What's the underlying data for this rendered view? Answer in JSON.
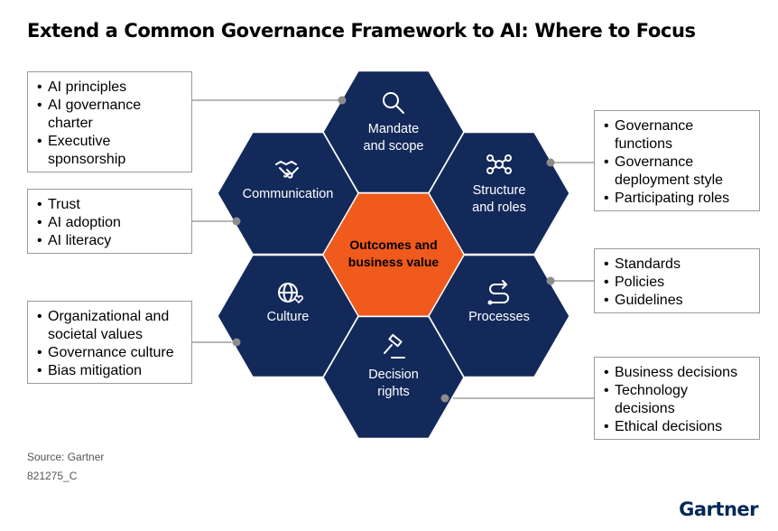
{
  "title": "Extend a Common Governance Framework to AI: Where to Focus",
  "colors": {
    "hex": "#13295a",
    "center": "#f05a1c",
    "connector": "#8c8c8c",
    "logo": "#002856"
  },
  "center": {
    "lines": [
      "Outcomes and",
      "business value"
    ]
  },
  "hexes": [
    {
      "id": "mandate",
      "icon": "magnifier-icon",
      "lines": [
        "Mandate",
        "and scope"
      ]
    },
    {
      "id": "structure",
      "icon": "org-network-icon",
      "lines": [
        "Structure",
        "and roles"
      ]
    },
    {
      "id": "processes",
      "icon": "process-flow-icon",
      "lines": [
        "Processes"
      ]
    },
    {
      "id": "decision",
      "icon": "gavel-icon",
      "lines": [
        "Decision",
        "rights"
      ]
    },
    {
      "id": "culture",
      "icon": "globe-heart-icon",
      "lines": [
        "Culture"
      ]
    },
    {
      "id": "communication",
      "icon": "handshake-icon",
      "lines": [
        "Communication"
      ]
    }
  ],
  "boxes": {
    "mandate": [
      "AI principles",
      "AI governance",
      "charter",
      "Executive",
      "sponsorship"
    ],
    "communication": [
      "Trust",
      "AI adoption",
      "AI literacy"
    ],
    "culture": [
      "Organizational and",
      "societal values",
      "Governance culture",
      "Bias mitigation"
    ],
    "structure": [
      "Governance",
      "functions",
      "Governance",
      "deployment style",
      "Participating roles"
    ],
    "processes": [
      "Standards",
      "Policies",
      "Guidelines"
    ],
    "decision": [
      "Business decisions",
      "Technology",
      "decisions",
      "Ethical decisions"
    ]
  },
  "bullet_starts": {
    "mandate": [
      true,
      true,
      false,
      true,
      false
    ],
    "communication": [
      true,
      true,
      true
    ],
    "culture": [
      true,
      false,
      true,
      true
    ],
    "structure": [
      true,
      false,
      true,
      false,
      true
    ],
    "processes": [
      true,
      true,
      true
    ],
    "decision": [
      true,
      true,
      false,
      true
    ]
  },
  "source": "Source: Gartner",
  "code": "821275_C",
  "logo": "Gartner"
}
